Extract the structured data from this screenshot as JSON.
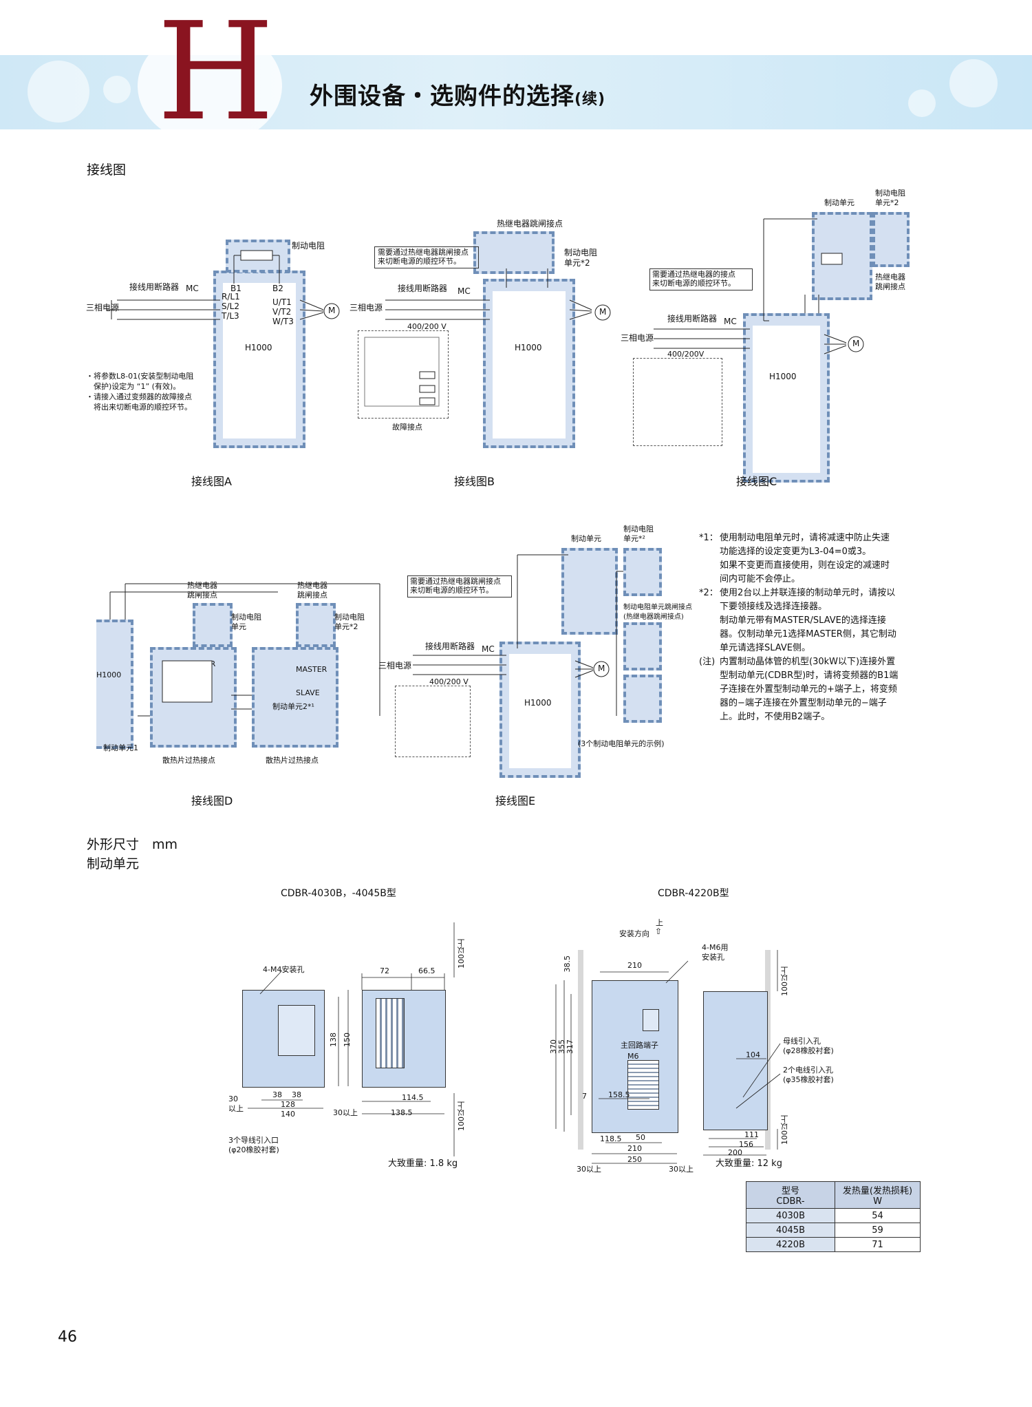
{
  "header": {
    "letter": "H",
    "title": "外围设备・选购件的选择",
    "suffix": "(续)"
  },
  "wiring": {
    "section": "接线图",
    "A": {
      "caption": "接线图A",
      "brake_resistor": "制动电阻",
      "breaker": "接线用断路器",
      "mc": "MC",
      "power": "三相电源",
      "inverter": "H1000",
      "in_terms": [
        "R/L1",
        "S/L2",
        "T/L3"
      ],
      "out_terms": [
        "U/T1",
        "V/T2",
        "W/T3"
      ],
      "b1": "B1",
      "b2": "B2",
      "motor": "M",
      "notes": [
        "・将参数L8-01(安装型制动电阻",
        "　保护)设定为 “1” (有效)。",
        "・请接入通过变频器的故障接点",
        "　将出来切断电源的顺控环节。"
      ]
    },
    "B": {
      "caption": "接线图B",
      "thermal": "热继电器跳闸接点",
      "box_note": [
        "需要通过热继电器跳闸接点",
        "来切断电源的顺控环节。"
      ],
      "unit": [
        "制动电阻",
        "单元*2"
      ],
      "breaker": "接线用断路器",
      "mc": "MC",
      "power": "三相电源",
      "voltage": "400/200 V",
      "inverter": "H1000",
      "fault": "故障接点"
    },
    "C": {
      "caption": "接线图C",
      "brake_unit": "制动单元",
      "unit": [
        "制动电阻",
        "单元*2"
      ],
      "box_note": [
        "需要通过热继电器的接点",
        "来切断电源的顺控环节。"
      ],
      "thermal": [
        "热继电器",
        "跳闸接点"
      ],
      "breaker": "接线用断路器",
      "mc": "MC",
      "power": "三相电源",
      "voltage": "400/200V",
      "inverter": "H1000"
    },
    "D": {
      "caption": "接线图D",
      "inverter": "H1000",
      "thermal": [
        "热继电器",
        "跳闸接点"
      ],
      "unit": [
        "制动电阻",
        "单元"
      ],
      "unit2": [
        "制动电阻",
        "单元*2"
      ],
      "master": "MASTER",
      "slave": "SLAVE",
      "slave_unit": "制动单元2*¹",
      "unit1": "制动单元1",
      "heatsink": "散热片过热接点"
    },
    "E": {
      "caption": "接线图E",
      "brake_unit": "制动单元",
      "unit": [
        "制动电阻",
        "单元*²"
      ],
      "box_note": [
        "需要通过热继电器跳闸接点",
        "来切断电源的顺控环节。"
      ],
      "thermal": [
        "制动电阻单元跳闸接点",
        "(热继电器跳闸接点)"
      ],
      "breaker": "接线用断路器",
      "mc": "MC",
      "power": "三相电源",
      "voltage": "400/200 V",
      "inverter": "H1000",
      "example": "(3个制动电阻单元的示例)"
    }
  },
  "notes": [
    {
      "mark": "*1：",
      "lines": [
        "使用制动电阻单元时，请将减速中防止失速",
        "功能选择的设定变更为L3-04=0或3。",
        "如果不变更而直接使用，则在设定的减速时",
        "间内可能不会停止。"
      ]
    },
    {
      "mark": "*2：",
      "lines": [
        "使用2台以上并联连接的制动单元时，请按以",
        "下要领接线及选择连接器。",
        "制动单元带有MASTER/SLAVE的选择连接",
        "器。仅制动单元1选择MASTER侧，其它制动",
        "单元请选择SLAVE侧。"
      ]
    },
    {
      "mark": "(注)",
      "lines": [
        "内置制动晶体管的机型(30kW以下)连接外置",
        "型制动单元(CDBR型)时，请将变频器的B1端",
        "子连接在外置型制动单元的+端子上，将变频",
        "器的−端子连接在外置型制动单元的−端子",
        "上。此时，不使用B2端子。"
      ]
    }
  ],
  "dims": {
    "title": "外形尺寸　mm",
    "subtitle": "制动单元",
    "left": {
      "model": "CDBR-4030B，-4045B型",
      "weight": "大致重量: 1.8 kg",
      "holes": "4-M4安装孔",
      "lead": [
        "3个导线引入口",
        "(φ20橡胶衬套)"
      ],
      "d": [
        "72",
        "66.5",
        "100以上",
        "138",
        "150",
        "38",
        "38",
        "128",
        "140",
        "30",
        "以上",
        "30以上",
        "114.5",
        "138.5",
        "100以上"
      ]
    },
    "right": {
      "model": "CDBR-4220B型",
      "weight": "大致重量: 12 kg",
      "dir": "安装方向",
      "up": "上",
      "holes": [
        "4-M6用",
        "安装孔"
      ],
      "terminal": "主回路端子",
      "m6": "M6",
      "bus": [
        "母线引入孔",
        "(φ28橡胶衬套)"
      ],
      "lead": [
        "2个电线引入孔",
        "(φ35橡胶衬套)"
      ],
      "d": [
        "210",
        "38.5",
        "370",
        "355",
        "317",
        "7",
        "100以上",
        "104",
        "158.5",
        "50",
        "118.5",
        "210",
        "250",
        "30以上",
        "30以上",
        "111",
        "156",
        "200",
        "100以上"
      ]
    }
  },
  "heat_table": {
    "h1": "型号",
    "h1b": "CDBR-",
    "h2": "发热量(发热损耗)",
    "h2b": "W",
    "rows": [
      {
        "model": "4030B",
        "w": "54"
      },
      {
        "model": "4045B",
        "w": "59"
      },
      {
        "model": "4220B",
        "w": "71"
      }
    ]
  },
  "page_number": "46"
}
